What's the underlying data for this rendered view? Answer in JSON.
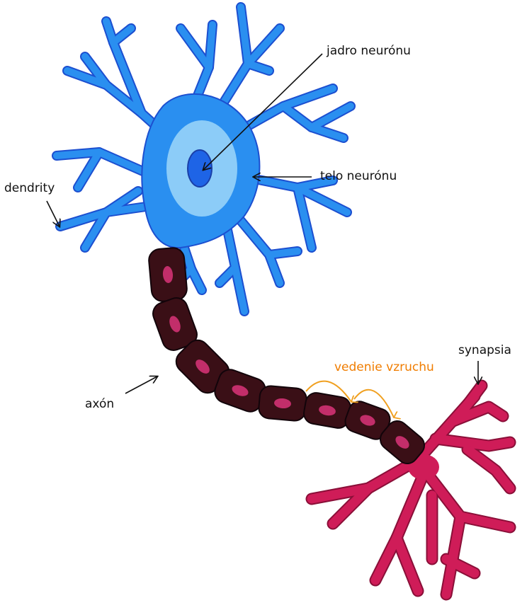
{
  "labels": {
    "nucleus": "jadro neurónu",
    "cell_body": "telo neurónu",
    "dendrites": "dendrity",
    "axon": "axón",
    "impulse": "vedenie vzruchu",
    "synapse": "synapsia"
  },
  "colors": {
    "neuron_body": "#2a8ff0",
    "neuron_outline": "#1c4fd0",
    "body_halo": "#8cccf8",
    "nucleus": "#1e64e6",
    "myelin": "#3a0f16",
    "myelin_inner": "#c22e6a",
    "axon_terminal": "#cf1c58",
    "impulse_arrow": "#f0a020",
    "label_text": "#111111",
    "impulse_text": "#f07d00"
  }
}
